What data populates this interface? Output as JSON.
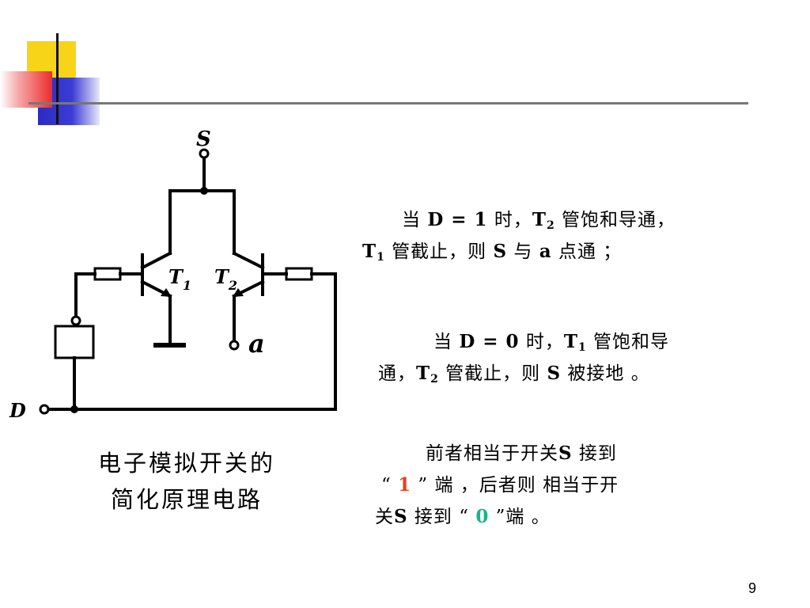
{
  "labels": {
    "S": "S",
    "D": "D",
    "a": "a",
    "T1_main": "T",
    "T1_sub": "1",
    "T2_main": "T",
    "T2_sub": "2"
  },
  "caption": {
    "line1": "电子模拟开关的",
    "line2": "简化原理电路"
  },
  "para1": {
    "a": "当 ",
    "b": "D = 1",
    "c": " 时，",
    "d": "T",
    "e": "2",
    "f": " 管饱和导通，",
    "g": "T",
    "h": "1",
    "i": " 管截止，则 ",
    "j": "S",
    "k": " 与 ",
    "l": "a",
    "m": " 点通 ；"
  },
  "para2": {
    "a": "当 ",
    "b": "D = 0",
    "c": " 时，",
    "d": "T",
    "e": "1",
    "f": " 管饱和导",
    "g": "通，",
    "h": "T",
    "i": "2",
    "j": " 管截止，则 ",
    "k": "S",
    "l": " 被接地 。"
  },
  "para3": {
    "a": "前者相当于开关",
    "b": "S",
    "c": " 接到",
    "d": "“ ",
    "e": "1",
    "f": " ” 端 ，后者则 相当于开",
    "g": "关",
    "h": "S",
    "i": " 接到 “ ",
    "j": "0",
    "k": " ”端 。"
  },
  "page_number": "9",
  "colors": {
    "highlight_one": "#e8401c",
    "highlight_zero": "#18b48c",
    "deco_yellow": "#f7d417",
    "deco_blue": "#2b2bc4",
    "deco_red": "#ee2b2b"
  }
}
